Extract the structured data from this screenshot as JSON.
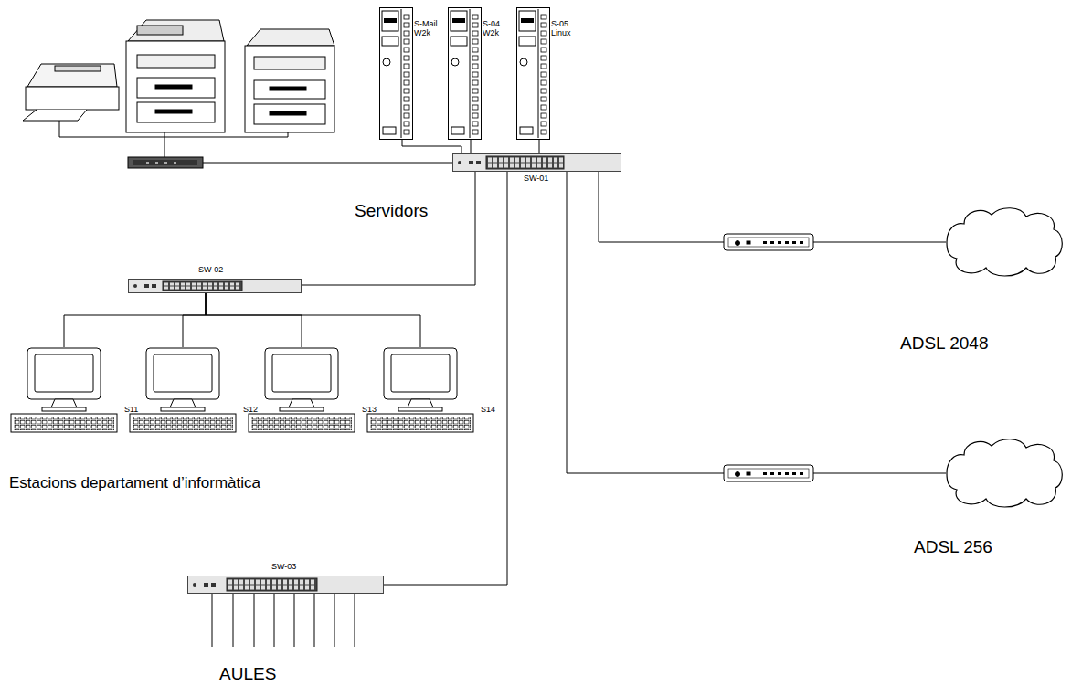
{
  "diagram": {
    "nodes": [
      {
        "text": [
          "SW-01"
        ]
      },
      {
        "text": [
          "S-Mail W2k"
        ]
      },
      {
        "text": [
          "S-04 W2k"
        ]
      },
      {
        "text": [
          "S-05 Linux"
        ]
      },
      {
        "text": [
          "SW-02"
        ]
      },
      {
        "text": [
          "S11"
        ]
      },
      {
        "text": [
          "S12"
        ]
      },
      {
        "text": [
          "S13"
        ]
      },
      {
        "text": [
          "S14"
        ]
      },
      {
        "text": [
          "SW-03"
        ]
      },
      {
        "text": [
          "ADSL 2048"
        ]
      },
      {
        "text": [
          "ADSL 256"
        ]
      }
    ],
    "edges": [
      {
        "from": 0,
        "to": 1,
        "arrow": "none"
      },
      {
        "from": 0,
        "to": 2,
        "arrow": "none"
      },
      {
        "from": 0,
        "to": 3,
        "arrow": "none"
      },
      {
        "from": 0,
        "to": 4,
        "arrow": "none"
      },
      {
        "from": 0,
        "to": 9,
        "arrow": "none"
      },
      {
        "from": 0,
        "to": 10,
        "arrow": "none"
      },
      {
        "from": 0,
        "to": 11,
        "arrow": "none"
      },
      {
        "from": 4,
        "to": 5,
        "arrow": "none"
      },
      {
        "from": 4,
        "to": 6,
        "arrow": "none"
      },
      {
        "from": 4,
        "to": 7,
        "arrow": "none"
      },
      {
        "from": 4,
        "to": 8,
        "arrow": "none"
      }
    ],
    "labels": [
      "Servidors",
      "Estacions departament d’informàtica",
      "AULES"
    ]
  }
}
